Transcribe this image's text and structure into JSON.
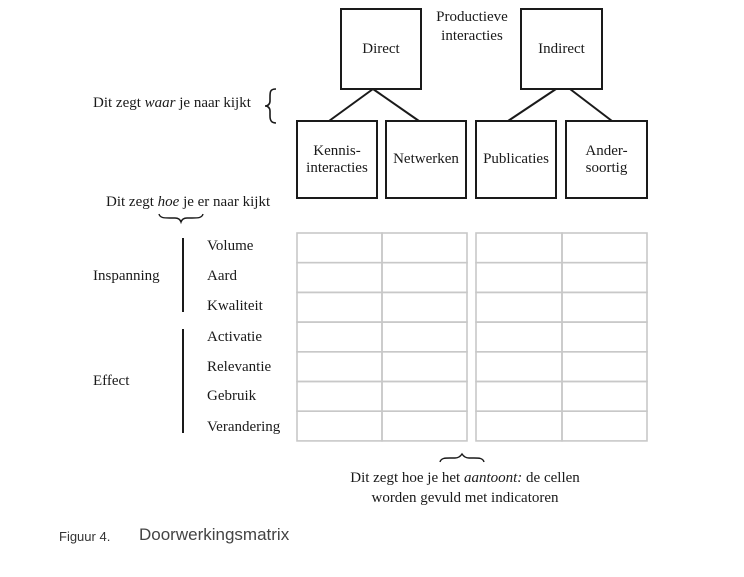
{
  "diagram": {
    "top_label": "Productieve\ninteracties",
    "level1": [
      "Direct",
      "Indirect"
    ],
    "level2": [
      "Kennis-\ninteracties",
      "Netwerken",
      "Publicaties",
      "Ander-\nsoortig"
    ],
    "waar_label": {
      "pre": "Dit zegt ",
      "em": "waar",
      "post": " je naar kijkt"
    },
    "hoe_label": {
      "pre": "Dit zegt ",
      "em": "hoe",
      "post": " je er naar kijkt"
    },
    "groups": [
      {
        "name": "Inspanning",
        "rows": [
          "Volume",
          "Aard",
          "Kwaliteit"
        ]
      },
      {
        "name": "Effect",
        "rows": [
          "Activatie",
          "Relevantie",
          "Gebruik",
          "Verandering"
        ]
      }
    ],
    "aantoont_label": {
      "pre": "Dit zegt hoe je het ",
      "em": "aantoont:",
      "post": " de cellen",
      "line2": "worden gevuld met indicatoren"
    }
  },
  "caption": {
    "label": "Figuur 4.",
    "title": "Doorwerkingsmatrix"
  }
}
